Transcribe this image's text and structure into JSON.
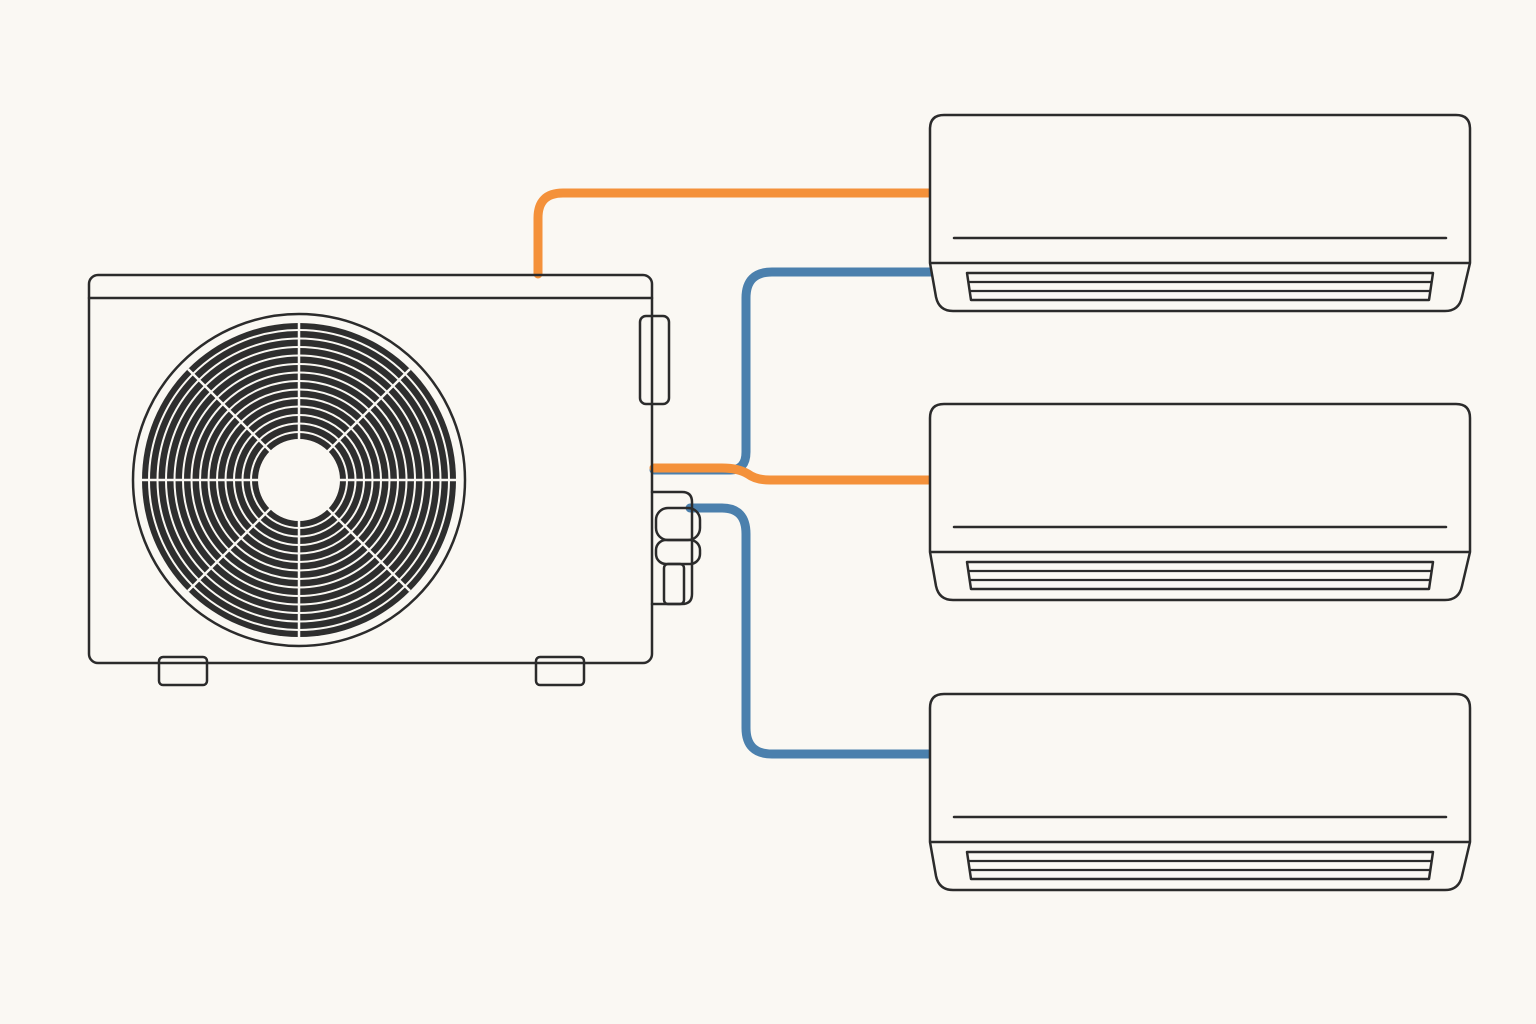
{
  "diagram": {
    "kind": "multi-split air conditioner",
    "background": "#faf8f3",
    "outline_color": "#2b2b2b",
    "pipe_colors": {
      "hot_line": "#f4913a",
      "cold_line": "#4b80ad"
    },
    "outdoor_unit": {
      "name": "outdoor-condenser-unit",
      "icon": "fan-grille-icon"
    },
    "indoor_units": [
      {
        "name": "indoor-unit-top",
        "icon": "wall-mounted-ac-icon"
      },
      {
        "name": "indoor-unit-middle",
        "icon": "wall-mounted-ac-icon"
      },
      {
        "name": "indoor-unit-bottom",
        "icon": "wall-mounted-ac-icon"
      }
    ],
    "connections": [
      {
        "from": "outdoor-condenser-unit",
        "to": "indoor-unit-top",
        "line": "hot_line"
      },
      {
        "from": "outdoor-condenser-unit",
        "to": "indoor-unit-top",
        "line": "cold_line"
      },
      {
        "from": "outdoor-condenser-unit",
        "to": "indoor-unit-middle",
        "line": "hot_line"
      },
      {
        "from": "outdoor-condenser-unit",
        "to": "indoor-unit-bottom",
        "line": "cold_line"
      }
    ]
  }
}
